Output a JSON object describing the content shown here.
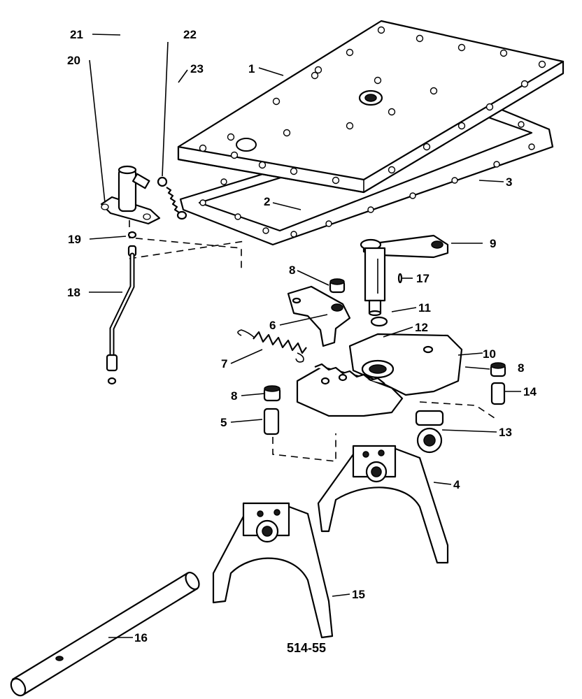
{
  "diagram": {
    "figure_id": "514-55",
    "callouts": [
      {
        "id": "c1",
        "label": "1"
      },
      {
        "id": "c2",
        "label": "2"
      },
      {
        "id": "c3",
        "label": "3"
      },
      {
        "id": "c4",
        "label": "4"
      },
      {
        "id": "c5",
        "label": "5"
      },
      {
        "id": "c6",
        "label": "6"
      },
      {
        "id": "c7",
        "label": "7"
      },
      {
        "id": "c8a",
        "label": "8"
      },
      {
        "id": "c8b",
        "label": "8"
      },
      {
        "id": "c8c",
        "label": "8"
      },
      {
        "id": "c9",
        "label": "9"
      },
      {
        "id": "c10",
        "label": "10"
      },
      {
        "id": "c11",
        "label": "11"
      },
      {
        "id": "c12",
        "label": "12"
      },
      {
        "id": "c13",
        "label": "13"
      },
      {
        "id": "c14",
        "label": "14"
      },
      {
        "id": "c15",
        "label": "15"
      },
      {
        "id": "c16",
        "label": "16"
      },
      {
        "id": "c17",
        "label": "17"
      },
      {
        "id": "c18",
        "label": "18"
      },
      {
        "id": "c19",
        "label": "19"
      },
      {
        "id": "c20",
        "label": "20"
      },
      {
        "id": "c21",
        "label": "21"
      },
      {
        "id": "c22",
        "label": "22"
      },
      {
        "id": "c23",
        "label": "23"
      }
    ]
  }
}
